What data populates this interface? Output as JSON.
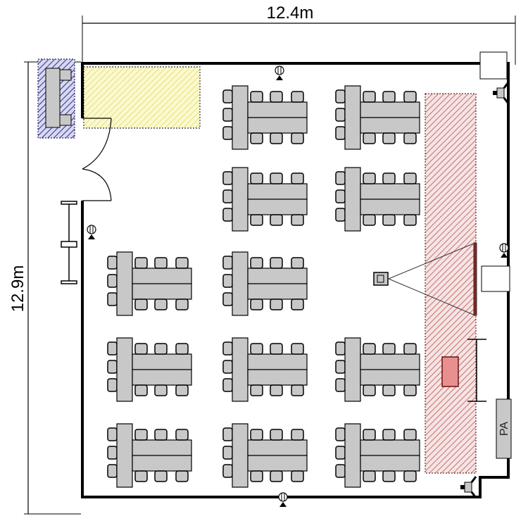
{
  "dimensions": {
    "width_label": "12.4m",
    "height_label": "12.9m"
  },
  "equipment": {
    "pa_label": "PA"
  },
  "colors": {
    "stage": "#c0504d",
    "storage": "#f2ee8a",
    "reception": "#3b3b9a",
    "table": "#c8c8c8"
  },
  "layout": {
    "table_groups_per_row": [
      [
        false,
        true,
        true
      ],
      [
        false,
        true,
        true
      ],
      [
        true,
        true,
        false
      ],
      [
        true,
        true,
        true
      ],
      [
        true,
        true,
        true
      ]
    ],
    "chairs_per_side": 3
  }
}
